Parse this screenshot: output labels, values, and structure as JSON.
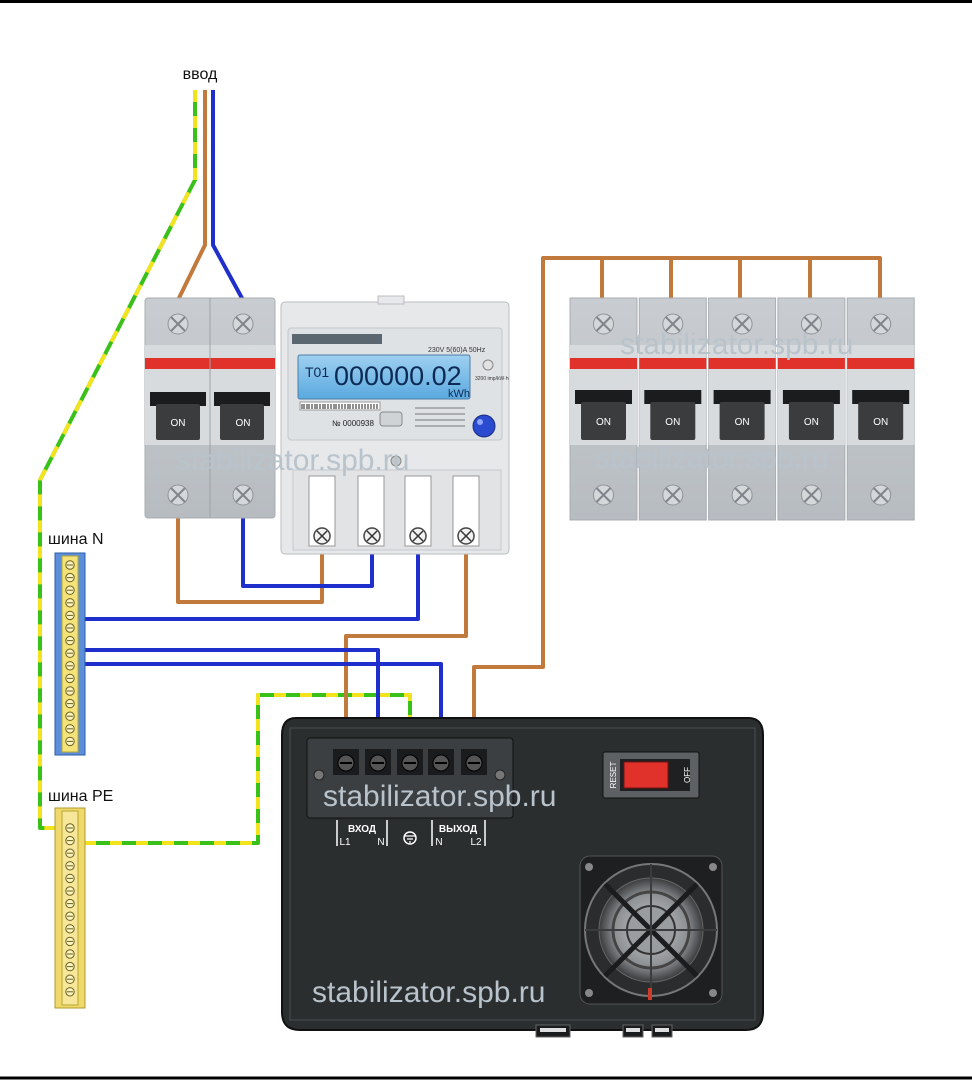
{
  "labels": {
    "input": "ввод",
    "bus_n": "шина N",
    "bus_pe": "шина PE"
  },
  "main_breaker": {
    "left_button": "ON",
    "right_button": "ON"
  },
  "meter": {
    "reading": "000000.02",
    "tariff": "T01",
    "unit": "kWh",
    "rating": "230V 5(60)A 50Hz",
    "serial": "№ 0000938",
    "imp": "3200 imp/kW·h"
  },
  "breakers": [
    {
      "label": "ON"
    },
    {
      "label": "ON"
    },
    {
      "label": "ON"
    },
    {
      "label": "ON"
    },
    {
      "label": "ON"
    }
  ],
  "stabilizer": {
    "input_label": "ВХОД",
    "output_label": "ВЫХОД",
    "input_l": "L1",
    "input_n": "N",
    "output_n": "N",
    "output_l": "L2",
    "reset": "RESET",
    "off": "OFF"
  },
  "watermark": "stabilizator.spb.ru",
  "colors": {
    "phase": "#c27a3c",
    "neutral": "#1f2fcc",
    "earth_green": "#39c019",
    "earth_yellow": "#f2e31c",
    "breaker_red": "#e0312b",
    "stabilizer_body": "#2b2e2f"
  }
}
